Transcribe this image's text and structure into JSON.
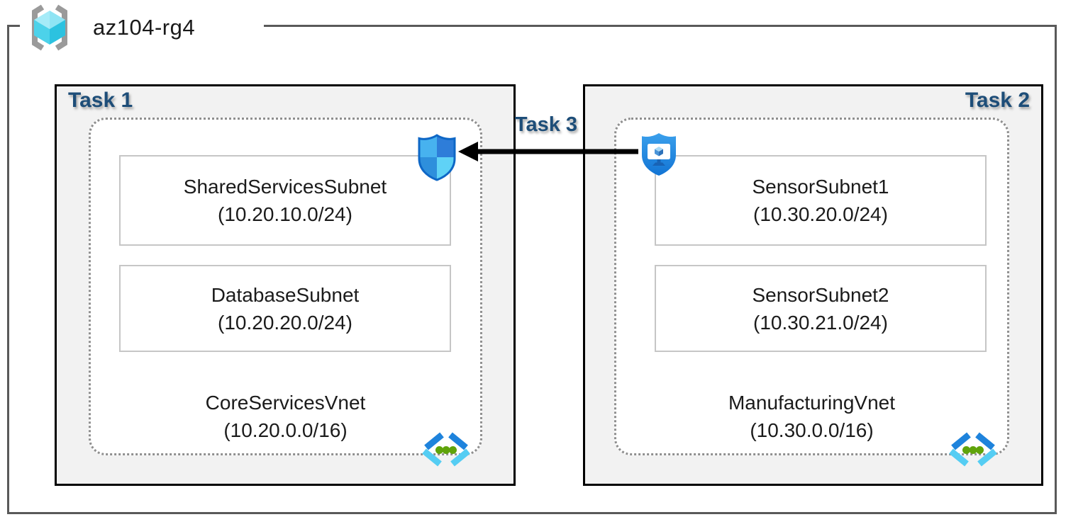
{
  "header": {
    "resource_group_name": "az104-rg4"
  },
  "connection": {
    "label": "Task 3"
  },
  "vnets": [
    {
      "task_label": "Task 1",
      "name": "CoreServicesVnet",
      "cidr": "(10.20.0.0/16)",
      "subnets": [
        {
          "name": "SharedServicesSubnet",
          "cidr": "(10.20.10.0/24)"
        },
        {
          "name": "DatabaseSubnet",
          "cidr": "(10.20.20.0/24)"
        }
      ]
    },
    {
      "task_label": "Task 2",
      "name": "ManufacturingVnet",
      "cidr": "(10.30.0.0/16)",
      "subnets": [
        {
          "name": "SensorSubnet1",
          "cidr": "(10.30.20.0/24)"
        },
        {
          "name": "SensorSubnet2",
          "cidr": "(10.30.21.0/24)"
        }
      ]
    }
  ],
  "icons": {
    "resource_group": "resource-group-icon",
    "network_security_group": "nsg-shield-icon",
    "application_security_group": "asg-shield-icon",
    "virtual_network": "vnet-chevrons-icon"
  },
  "colors": {
    "task_label_navy": "#1d4d78",
    "task_box_bg": "#f2f2f2",
    "task_box_border": "#000000",
    "outer_border": "#595959",
    "arrow": "#000000",
    "vnet_dotted_border": "#8f8f8f"
  }
}
